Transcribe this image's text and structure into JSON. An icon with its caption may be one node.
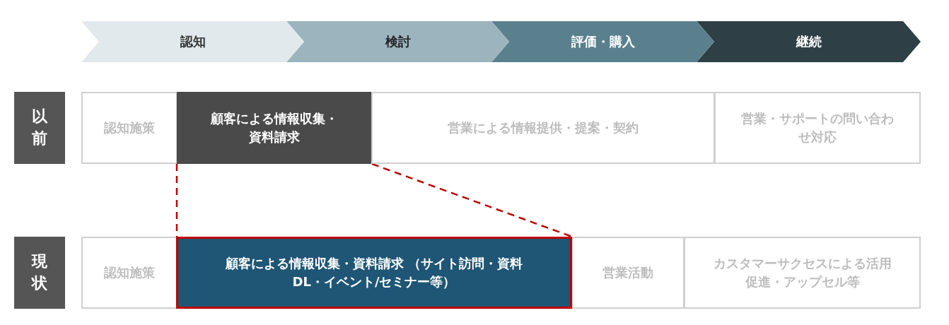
{
  "diagram": {
    "nodes": [
      {
        "text": [
          "認知"
        ]
      },
      {
        "text": [
          "検討"
        ]
      },
      {
        "text": [
          "評価・購入"
        ]
      },
      {
        "text": [
          "継続"
        ]
      },
      {
        "text": [
          "以前"
        ]
      },
      {
        "text": [
          "認知施策"
        ]
      },
      {
        "text": [
          "顧客による情報収集・資料請求"
        ]
      },
      {
        "text": [
          "営業による情報提供・提案・契約"
        ]
      },
      {
        "text": [
          "営業・サポートの問い合わせ対応"
        ]
      },
      {
        "text": [
          "現状"
        ]
      },
      {
        "text": [
          "認知施策"
        ]
      },
      {
        "text": [
          "顧客による情報収集・資料請求 （サイト訪問・資料DL・イベント/セミナー等）"
        ]
      },
      {
        "text": [
          "営業活動"
        ]
      },
      {
        "text": [
          "カスタマーサクセスによる活用促進・アップセル等"
        ]
      }
    ],
    "edges": [
      {
        "from": 6,
        "to": 11,
        "arrow": "none",
        "style": "dashed",
        "color": "#c00000"
      },
      {
        "from": 6,
        "to": 11,
        "arrow": "none",
        "style": "dashed",
        "color": "#c00000"
      }
    ]
  }
}
